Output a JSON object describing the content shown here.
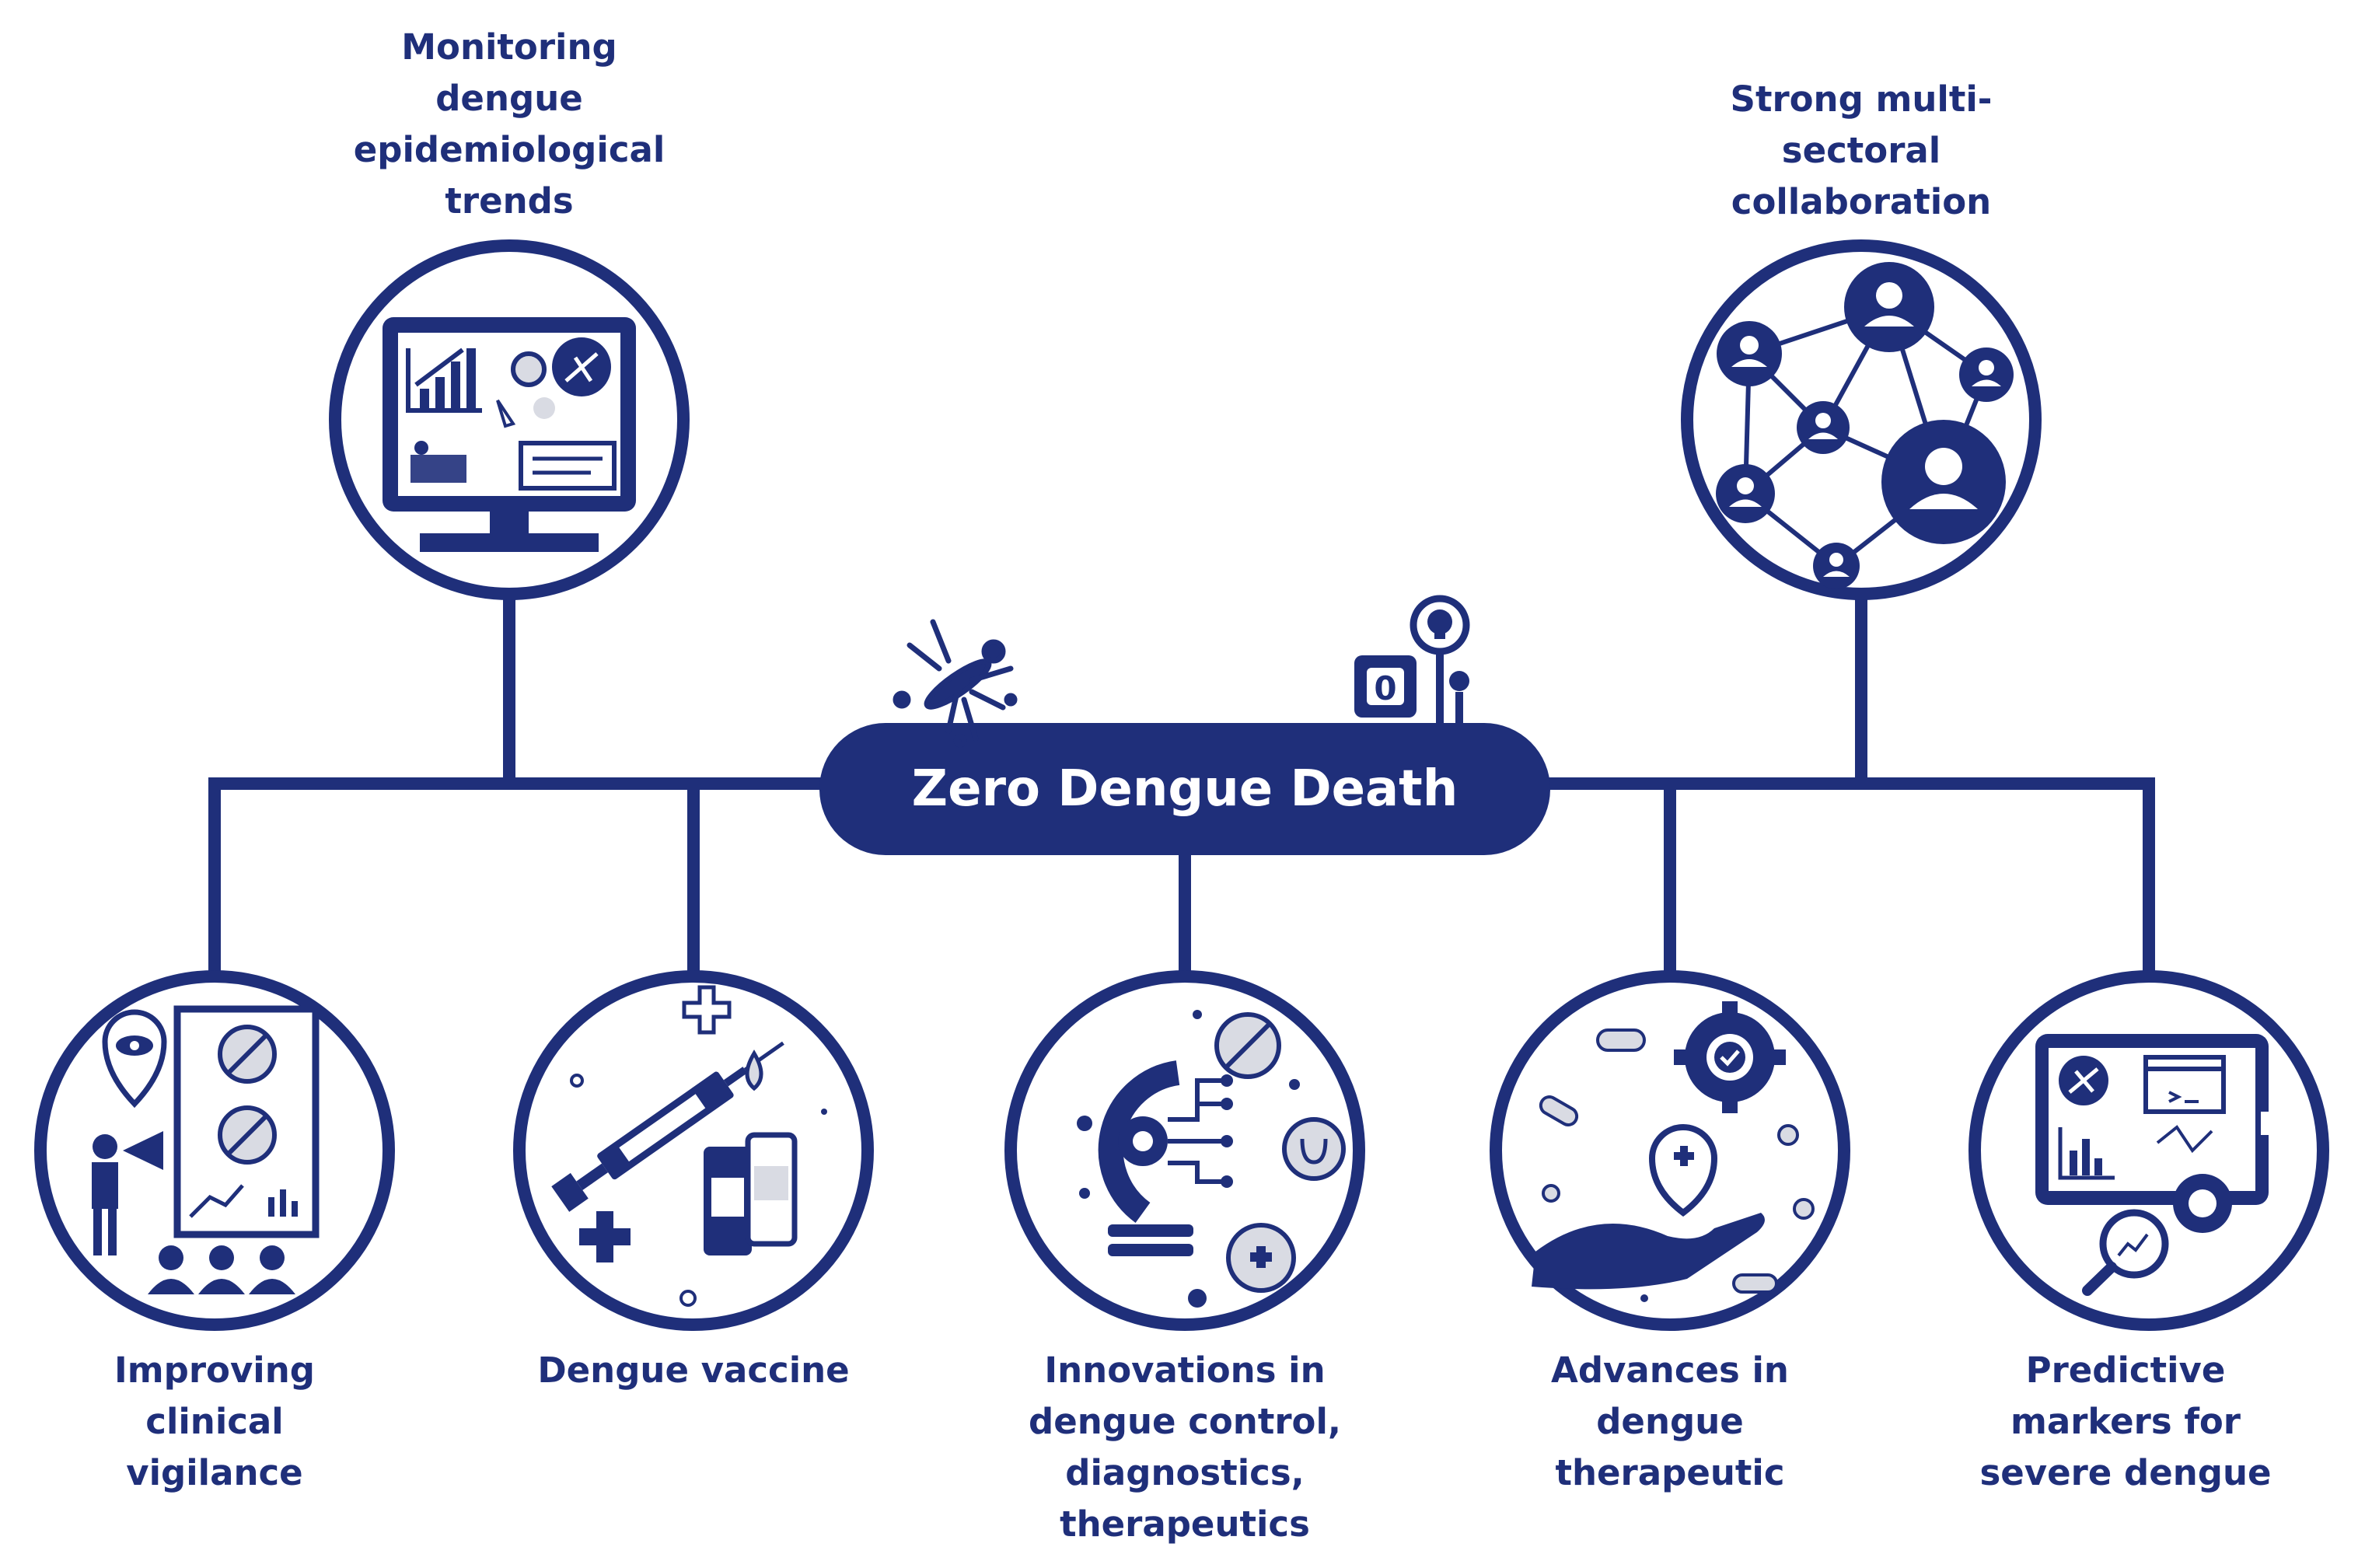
{
  "hub": {
    "title": "Zero Dengue Death",
    "counter": "0"
  },
  "top_nodes": [
    {
      "label": "Monitoring\ndengue\nepidemiological\ntrends",
      "icon": "monitor-dashboard-icon"
    },
    {
      "label": "Strong multi-\nsectoral\ncollaboration",
      "icon": "people-network-icon"
    }
  ],
  "bottom_nodes": [
    {
      "label": "Improving\nclinical\nvigilance",
      "icon": "clinical-vigilance-icon"
    },
    {
      "label": "Dengue vaccine",
      "icon": "vaccine-syringe-icon"
    },
    {
      "label": "Innovations in\ndengue control,\ndiagnostics,\ntherapeutics",
      "icon": "innovation-lightbulb-icon"
    },
    {
      "label": "Advances in\ndengue\ntherapeutic",
      "icon": "therapeutic-hand-icon"
    },
    {
      "label": "Predictive\nmarkers for\nsevere dengue",
      "icon": "predictive-markers-icon"
    }
  ],
  "colors": {
    "primary": "#1f2f7a",
    "light_fill": "#d9dbe3",
    "background": "#ffffff"
  }
}
